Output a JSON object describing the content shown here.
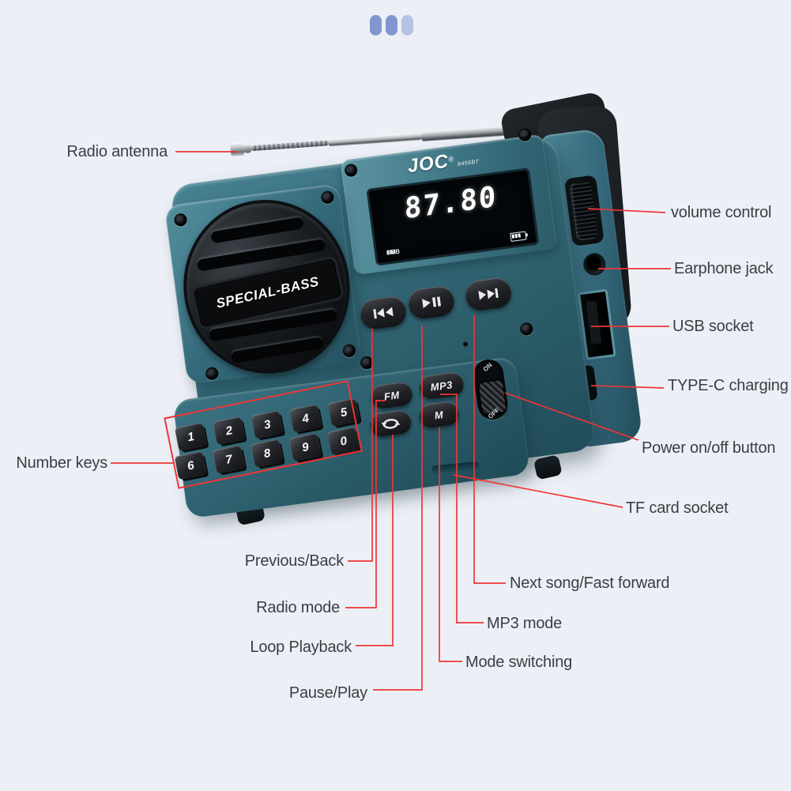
{
  "colors": {
    "background": "#ecf0f6",
    "annotation_red": "#ee3636",
    "device_teal": "#316573",
    "label_text": "#3b3d42",
    "dot_active": "#8195cf",
    "dot_inactive": "#b7c1e3"
  },
  "header_dots": {
    "count": 3
  },
  "device": {
    "brand": "JOC",
    "registered_mark": "®",
    "model": "8456BT",
    "display": {
      "frequency": "87.80",
      "indicators": [
        "TF",
        "FM",
        "USB"
      ]
    },
    "speaker_badge": "SPECIAL-BASS",
    "buttons": {
      "fm": "FM",
      "mp3": "MP3",
      "memory": "M",
      "power_on": "ON",
      "power_off": "OFF"
    },
    "number_keys_row1": [
      "1",
      "2",
      "3",
      "4",
      "5"
    ],
    "number_keys_row2": [
      "6",
      "7",
      "8",
      "9",
      "0"
    ]
  },
  "annotations": {
    "labels": {
      "radio_antenna": "Radio antenna",
      "volume_control": "volume control",
      "earphone_jack": "Earphone jack",
      "usb_socket": "USB socket",
      "type_c_charging": "TYPE-C charging",
      "power_button": "Power on/off button",
      "tf_card_socket": "TF card socket",
      "number_keys": "Number keys",
      "previous_back": "Previous/Back",
      "radio_mode": "Radio mode",
      "loop_playback": "Loop Playback",
      "pause_play": "Pause/Play",
      "next_song": "Next song/Fast forward",
      "mp3_mode": "MP3 mode",
      "mode_switching": "Mode switching"
    }
  }
}
